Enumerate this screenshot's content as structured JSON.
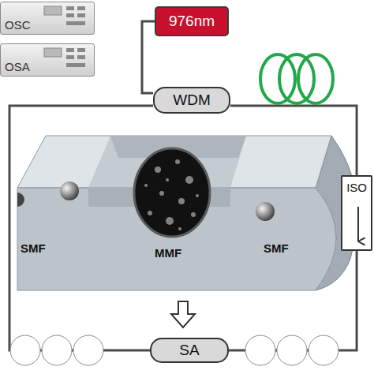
{
  "diagram": {
    "nodes": [
      {
        "text": [
          "OSC"
        ]
      },
      {
        "text": [
          "OSA"
        ]
      },
      {
        "text": [
          "976nm"
        ]
      },
      {
        "text": [
          "WDM"
        ]
      },
      {
        "text": [
          "ISO"
        ]
      },
      {
        "text": [
          "SA"
        ]
      }
    ],
    "edges": [
      {
        "from": 2,
        "to": 3,
        "arrow": "none"
      },
      {
        "from": 3,
        "to": 4,
        "arrow": "none"
      },
      {
        "from": 4,
        "to": 5,
        "arrow": "none"
      },
      {
        "from": 3,
        "to": 5,
        "arrow": "none"
      }
    ],
    "labels": [
      "SMF",
      "MMF",
      "SMF"
    ]
  }
}
